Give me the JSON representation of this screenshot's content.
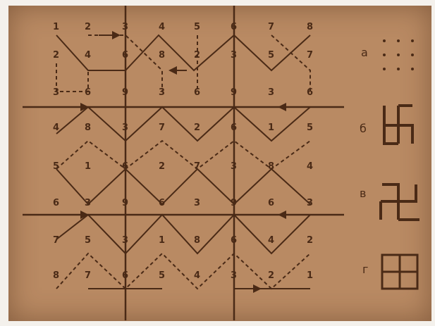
{
  "grid_numbers": [
    [
      "1",
      "2",
      "3",
      "4",
      "5",
      "6",
      "7",
      "8"
    ],
    [
      "2",
      "4",
      "6",
      "8",
      "2",
      "3",
      "5",
      "7"
    ],
    [
      "3",
      "6",
      "9",
      "3",
      "6",
      "9",
      "3",
      "6"
    ],
    [
      "4",
      "8",
      "3",
      "7",
      "2",
      "6",
      "1",
      "5"
    ],
    [
      "5",
      "1",
      "6",
      "2",
      "7",
      "3",
      "8",
      "4"
    ],
    [
      "6",
      "3",
      "9",
      "6",
      "3",
      "9",
      "6",
      "3"
    ],
    [
      "7",
      "5",
      "3",
      "1",
      "8",
      "6",
      "4",
      "2"
    ],
    [
      "8",
      "7",
      "6",
      "5",
      "4",
      "3",
      "2",
      "1"
    ]
  ],
  "legend": [
    {
      "label": "а",
      "symbol": "dots-grid-icon"
    },
    {
      "label": "б",
      "symbol": "swastika-right-icon"
    },
    {
      "label": "в",
      "symbol": "swastika-left-icon"
    },
    {
      "label": "г",
      "symbol": "square-grid-icon"
    }
  ]
}
